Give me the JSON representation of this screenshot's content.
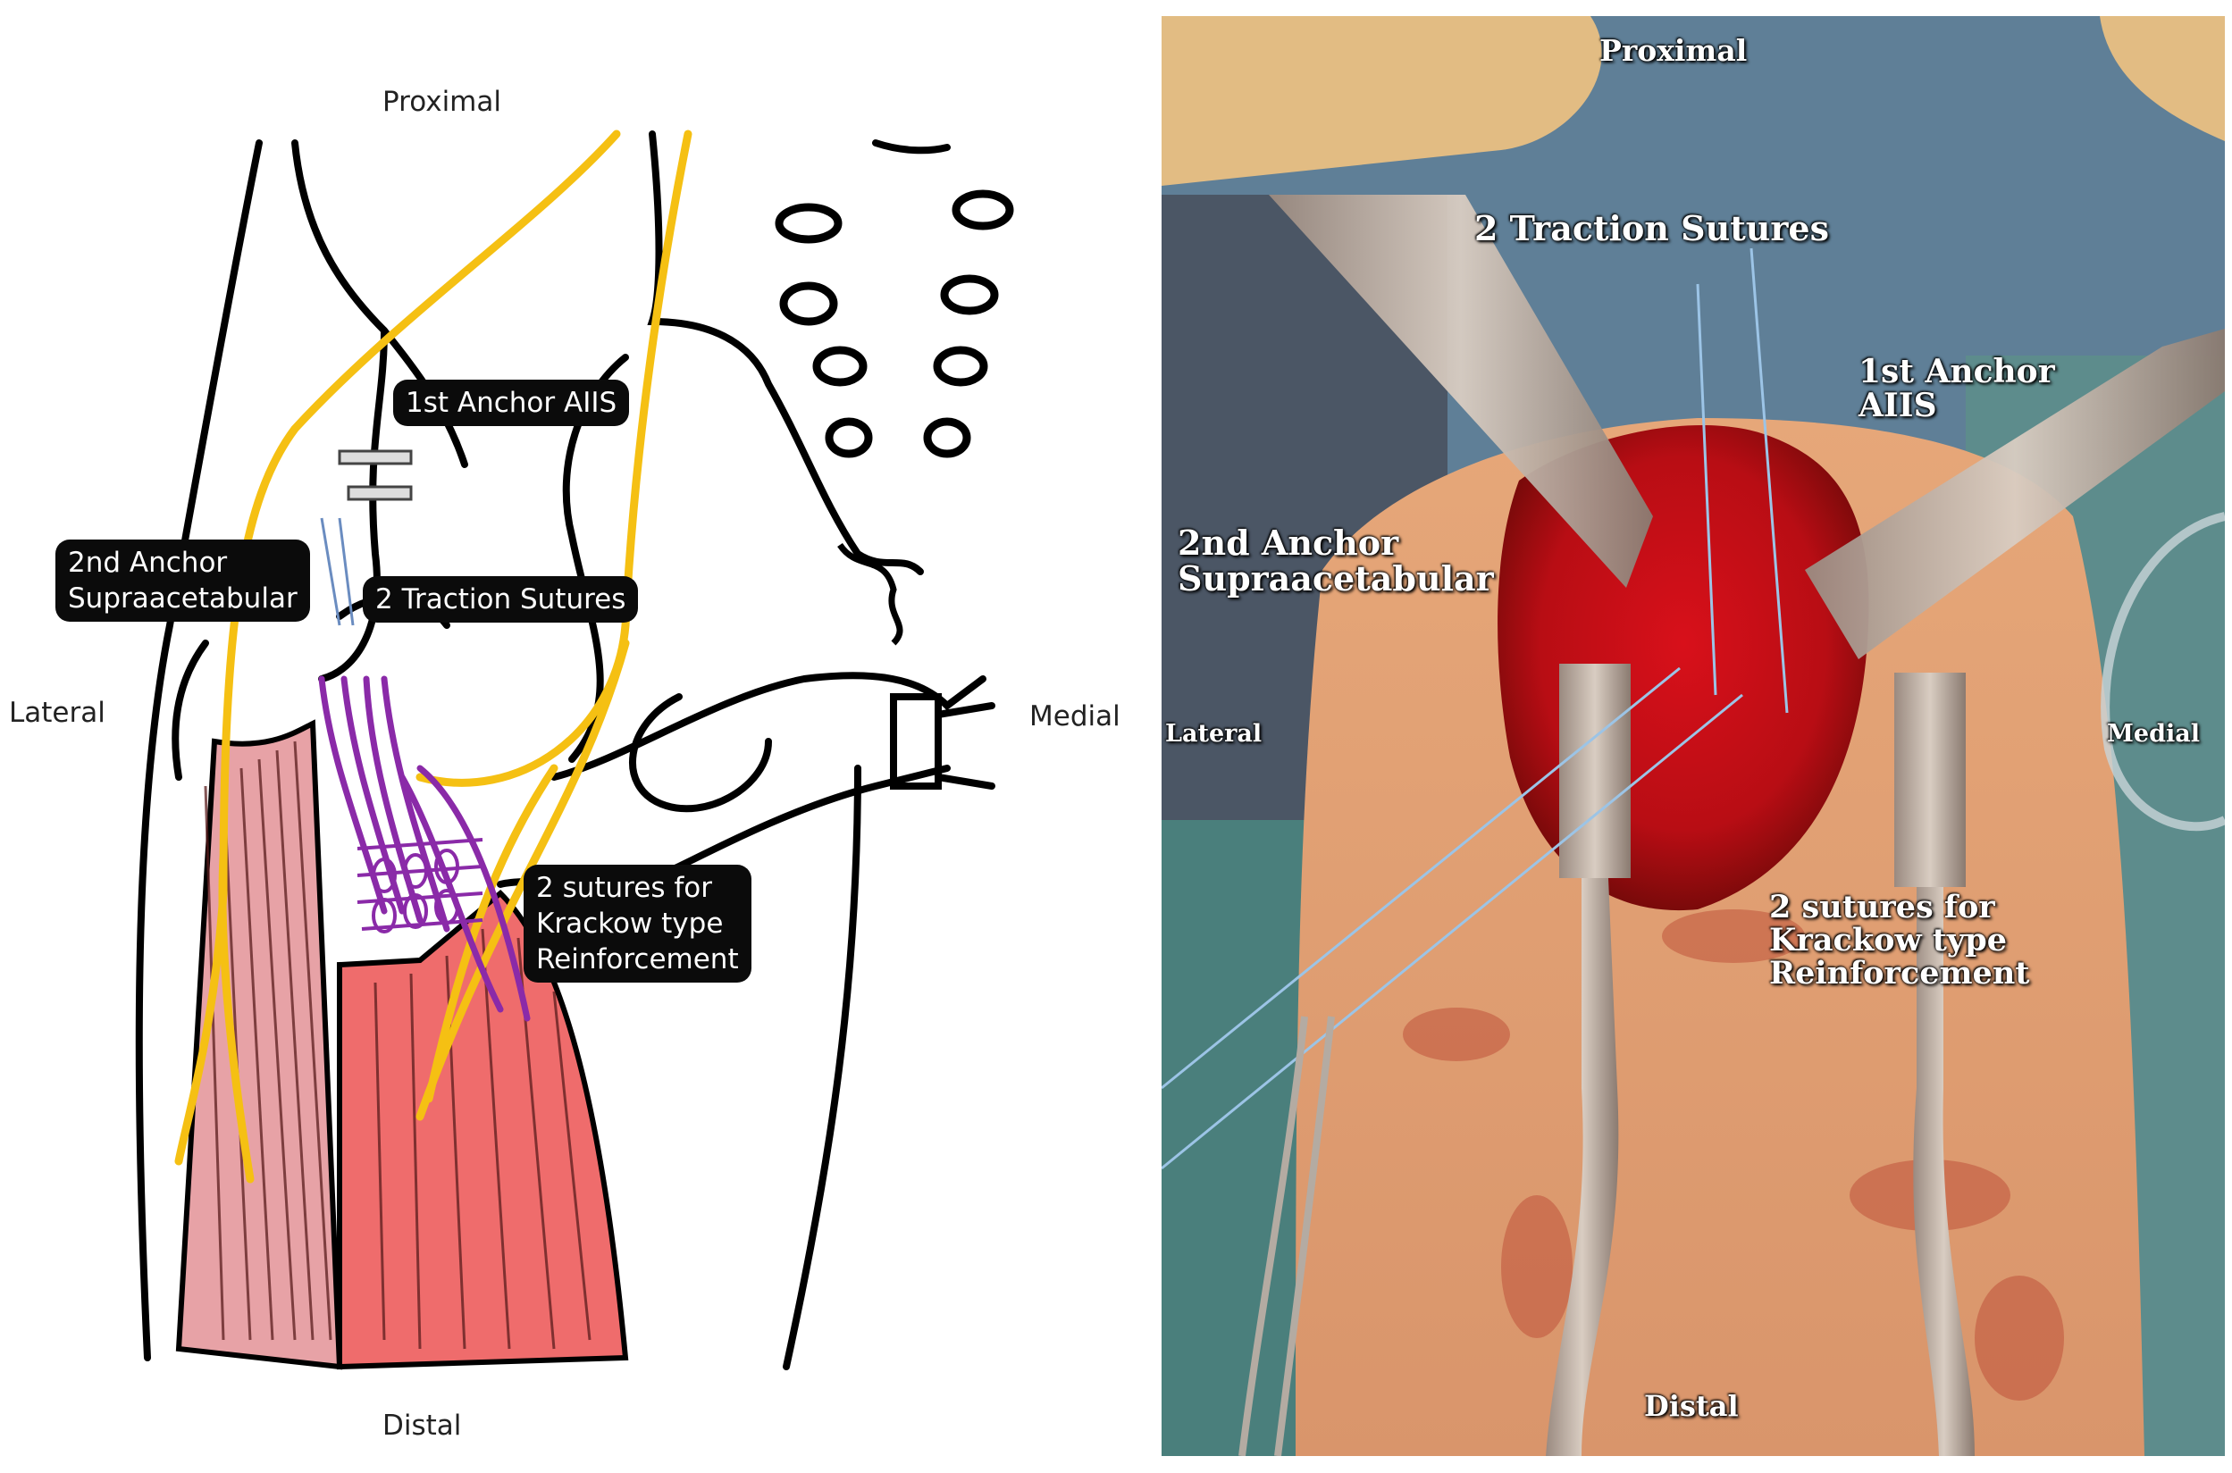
{
  "diagram": {
    "orientation": {
      "proximal": "Proximal",
      "distal": "Distal",
      "lateral": "Lateral",
      "medial": "Medial"
    },
    "labels": {
      "first_anchor": "1st Anchor AIIS",
      "second_anchor_line1": "2nd Anchor",
      "second_anchor_line2": "Supraacetabular",
      "traction": "2 Traction Sutures",
      "krackow_line1": "2 sutures for",
      "krackow_line2": "Krackow type",
      "krackow_line3": "Reinforcement"
    },
    "colors": {
      "nerve": "#f5c013",
      "suture": "#8a2aa8",
      "muscle_red": "#ef6c6c",
      "muscle_pink": "#e7a2a6",
      "outline": "#000000"
    }
  },
  "photo": {
    "orientation": {
      "proximal": "Proximal",
      "distal": "Distal",
      "lateral": "Lateral",
      "medial": "Medial"
    },
    "labels": {
      "traction": "2 Traction Sutures",
      "first_anchor_line1": "1st Anchor",
      "first_anchor_line2": "AIIS",
      "second_anchor_line1": "2nd Anchor",
      "second_anchor_line2": "Supraacetabular",
      "krackow_line1": "2 sutures for",
      "krackow_line2": "Krackow type",
      "krackow_line3": "Reinforcement"
    }
  }
}
